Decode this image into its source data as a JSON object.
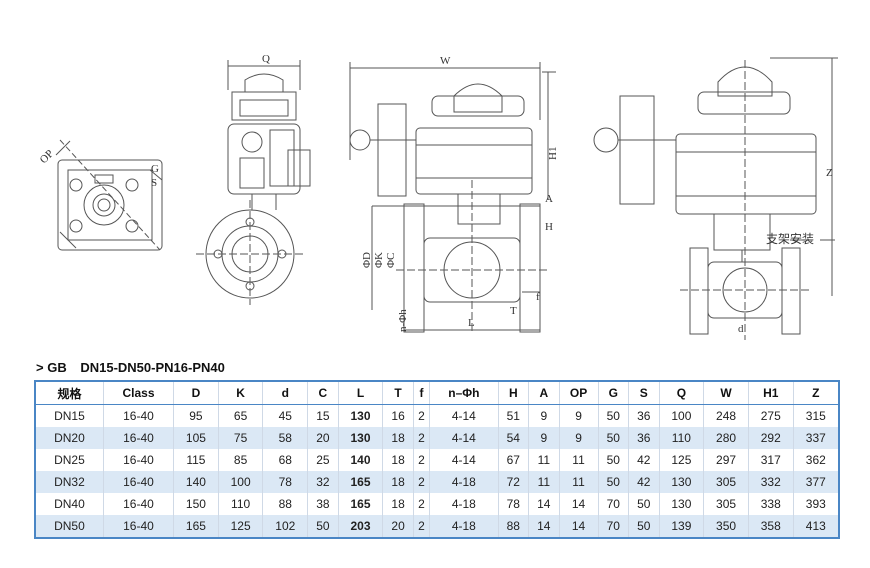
{
  "drawing": {
    "labels": {
      "q": "Q",
      "w": "W",
      "op": "OP",
      "g": "G",
      "s": "S",
      "h1": "H1",
      "a": "A",
      "h": "H",
      "z": "Z",
      "d": "ΦD",
      "k": "ΦK",
      "c": "ΦC",
      "f": "f",
      "t": "T",
      "nh": "n-Φh",
      "l": "L",
      "d_small": "d",
      "bracket_note": "支架安装"
    }
  },
  "section_title": {
    "prefix": "> GB",
    "title": "DN15-DN50-PN16-PN40"
  },
  "table": {
    "headers": [
      "规格",
      "Class",
      "D",
      "K",
      "d",
      "C",
      "L",
      "T",
      "f",
      "n–Φh",
      "H",
      "A",
      "OP",
      "G",
      "S",
      "Q",
      "W",
      "H1",
      "Z"
    ],
    "rows": [
      [
        "DN15",
        "16-40",
        "95",
        "65",
        "45",
        "15",
        "130",
        "16",
        "2",
        "4-14",
        "51",
        "9",
        "9",
        "50",
        "36",
        "100",
        "248",
        "275",
        "315"
      ],
      [
        "DN20",
        "16-40",
        "105",
        "75",
        "58",
        "20",
        "130",
        "18",
        "2",
        "4-14",
        "54",
        "9",
        "9",
        "50",
        "36",
        "110",
        "280",
        "292",
        "337"
      ],
      [
        "DN25",
        "16-40",
        "115",
        "85",
        "68",
        "25",
        "140",
        "18",
        "2",
        "4-14",
        "67",
        "11",
        "11",
        "50",
        "42",
        "125",
        "297",
        "317",
        "362"
      ],
      [
        "DN32",
        "16-40",
        "140",
        "100",
        "78",
        "32",
        "165",
        "18",
        "2",
        "4-18",
        "72",
        "11",
        "11",
        "50",
        "42",
        "130",
        "305",
        "332",
        "377"
      ],
      [
        "DN40",
        "16-40",
        "150",
        "110",
        "88",
        "38",
        "165",
        "18",
        "2",
        "4-18",
        "78",
        "14",
        "14",
        "70",
        "50",
        "130",
        "305",
        "338",
        "393"
      ],
      [
        "DN50",
        "16-40",
        "165",
        "125",
        "102",
        "50",
        "203",
        "20",
        "2",
        "4-18",
        "88",
        "14",
        "14",
        "70",
        "50",
        "139",
        "350",
        "358",
        "413"
      ]
    ],
    "bold_column_index": 6
  }
}
